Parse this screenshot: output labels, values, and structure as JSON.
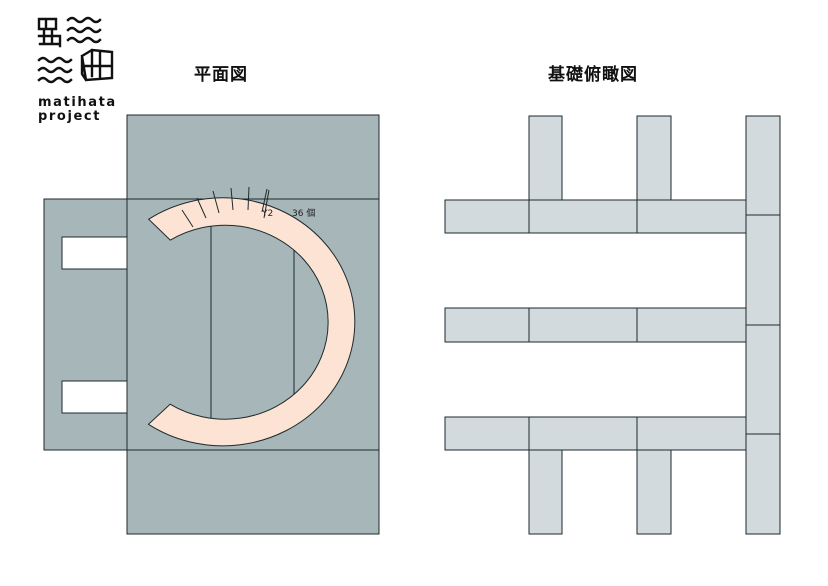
{
  "logo": {
    "line1": "matihata",
    "line2": "project"
  },
  "titles": {
    "plan": "平面図",
    "foundation": "基礎俯瞰図"
  },
  "annotation": {
    "type": "Y2",
    "count": "36 個"
  },
  "colors": {
    "slab": "#a7b6b8",
    "arc": "#fde3d4",
    "beam": "#d2dadd",
    "line": "#1e2a2c",
    "opening": "#ffffff"
  }
}
